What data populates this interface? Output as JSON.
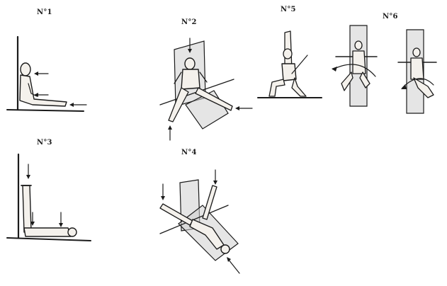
{
  "figures": [
    {
      "id": "1",
      "label": "N°1"
    },
    {
      "id": "2",
      "label": "N°2"
    },
    {
      "id": "3",
      "label": "N°3"
    },
    {
      "id": "4",
      "label": "N°4"
    },
    {
      "id": "5",
      "label": "N°5"
    },
    {
      "id": "6",
      "label": "N°6"
    }
  ],
  "colors": {
    "ink": "#1b1b1b",
    "plane": "#cfcfcf",
    "background": "#ffffff"
  }
}
